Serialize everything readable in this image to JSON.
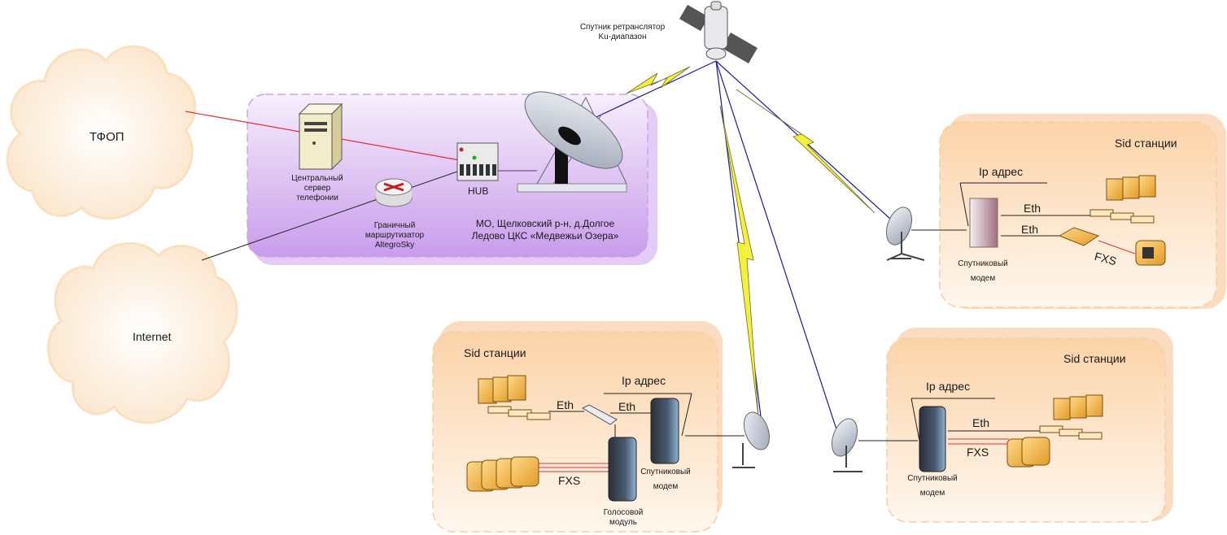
{
  "satellite": {
    "label_line1": "Спутник ретранслятор",
    "label_line2": "Ku-диапазон"
  },
  "clouds": {
    "pstn": "ТФОП",
    "internet": "Internet"
  },
  "hub_site": {
    "server_label_line1": "Центральный",
    "server_label_line2": "сервер",
    "server_label_line3": "телефонии",
    "router_label_line1": "Граничный",
    "router_label_line2": "маршрутизатор",
    "router_label_line3": "AltegroSky",
    "hub_label": "HUB",
    "location_line1": "МО, Щелковский р-н, д.Долгое",
    "location_line2": "Ледово ЦКС «Медвежьи Озера»",
    "fill_color": "#dcc2f2"
  },
  "stations": [
    {
      "title": "Sid станции",
      "ip_label": "Ip адрес",
      "eth1_label": "Eth",
      "eth2_label": "Eth",
      "fxs_label": "FXS",
      "modem_label_line1": "Спутниковый",
      "modem_label_line2": "модем"
    },
    {
      "title": "Sid станции",
      "ip_label": "Ip адрес",
      "eth1_label": "Eth",
      "eth2_label": "Eth",
      "fxs_label": "FXS",
      "modem_label_line1": "Спутниковый",
      "modem_label_line2": "модем",
      "voice_label_line1": "Голосовой",
      "voice_label_line2": "модуль"
    },
    {
      "title": "Sid станции",
      "ip_label": "Ip адрес",
      "eth1_label": "Eth",
      "fxs_label": "FXS",
      "modem_label_line1": "Спутниковый",
      "modem_label_line2": "модем"
    }
  ],
  "colors": {
    "station_fill": "#fbd9b4",
    "telephony_link": "#e0303a",
    "satellite_link": "#1a1a9a",
    "radio_bolt": "#f5f03a"
  }
}
